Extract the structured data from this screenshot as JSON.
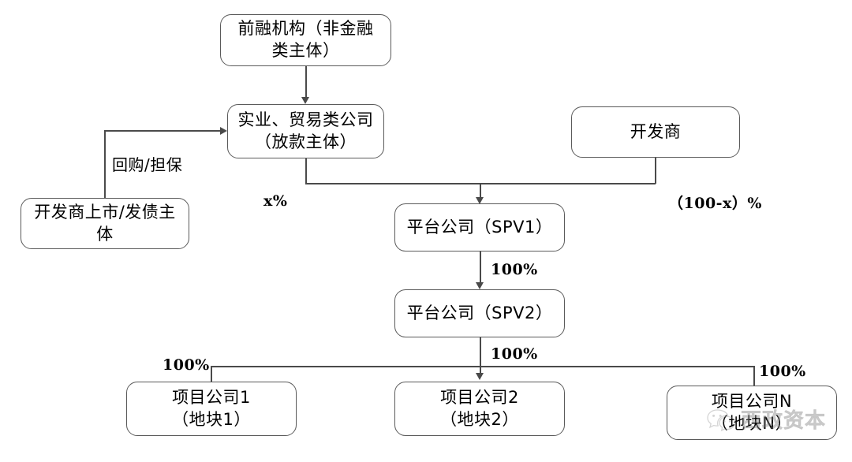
{
  "diagram": {
    "type": "flowchart",
    "title": "",
    "nodes": [
      {
        "id": "prefinance",
        "label": "前融机构（非金融\n类主体）"
      },
      {
        "id": "lender",
        "label": "实业、贸易类公司\n（放款主体）"
      },
      {
        "id": "developer",
        "label": "开发商"
      },
      {
        "id": "guarantor",
        "label": "开发商上市/发债主\n体"
      },
      {
        "id": "spv1",
        "label": "平台公司（SPV1）"
      },
      {
        "id": "spv2",
        "label": "平台公司（SPV2）"
      },
      {
        "id": "project1",
        "label": "项目公司1\n（地块1）"
      },
      {
        "id": "project2",
        "label": "项目公司2\n（地块2）"
      },
      {
        "id": "projectn",
        "label": "项目公司N\n（地块N）"
      }
    ],
    "edge_labels": {
      "repurchase_guarantee": "回购/担保",
      "x_percent": "x%",
      "hundred_minus_x_percent": "（100-x）%",
      "spv1_to_spv2": "100%",
      "spv2_branch": "100%",
      "project1_share": "100%",
      "projectn_share": "100%"
    }
  },
  "watermark": {
    "text": "西政资本",
    "icon": "wechat-icon"
  }
}
